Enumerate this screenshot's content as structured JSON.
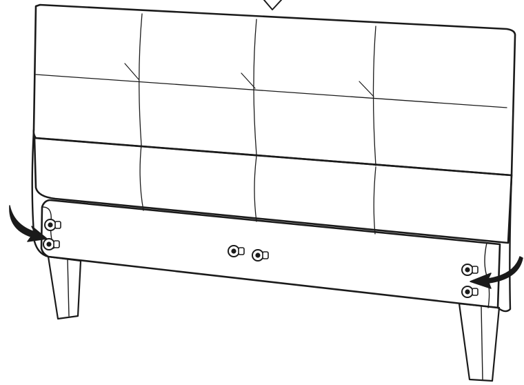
{
  "diagram": {
    "subject": "upholstered-headboard-assembly",
    "panel_rows": 3,
    "panel_columns": 4,
    "colors": {
      "line": "#1a1a1a",
      "fill": "#ffffff",
      "arrow": "#1a1a1a"
    },
    "icons": [
      "view-direction-marker-icon",
      "curved-arrow-icon",
      "bolt-icon"
    ]
  }
}
